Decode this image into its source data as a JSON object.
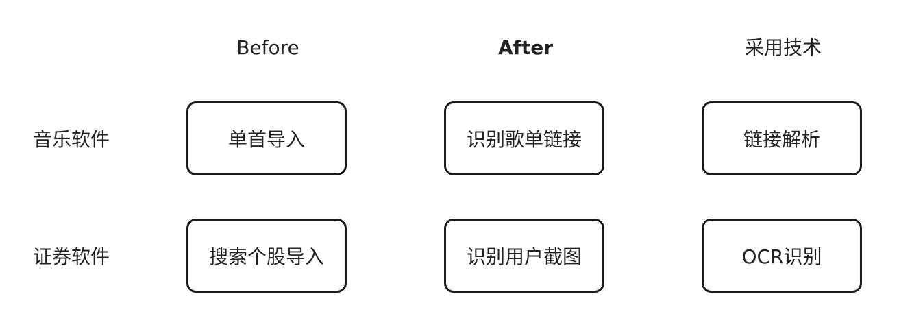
{
  "columns": {
    "before": "Before",
    "after": "After",
    "tech": "采用技术"
  },
  "rows": [
    {
      "label": "音乐软件",
      "before": "单首导入",
      "after": "识别歌单链接",
      "tech": "链接解析"
    },
    {
      "label": "证券软件",
      "before": "搜索个股导入",
      "after": "识别用户截图",
      "tech": "OCR识别"
    }
  ]
}
